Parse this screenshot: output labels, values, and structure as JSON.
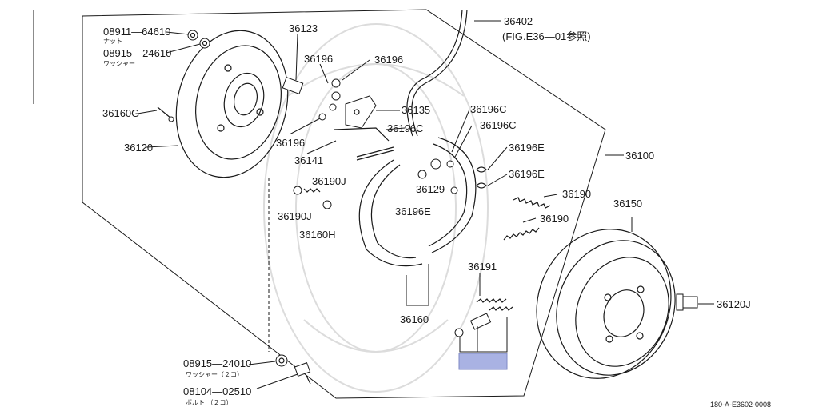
{
  "diagram": {
    "labels": {
      "p08911": "08911—64610",
      "p08911_sub": "ナット",
      "p08915a": "08915—24610",
      "p08915a_sub": "ワッシャー",
      "p36123": "36123",
      "p36196a": "36196",
      "p36196b": "36196",
      "p36196c": "36196",
      "p36160G": "36160G",
      "p36120": "36120",
      "p36141": "36141",
      "p36135": "36135",
      "p36196Ca": "36196C",
      "p36196Cb": "36196C",
      "p36196Cc": "36196C",
      "p36190J_a": "36190J",
      "p36190J_b": "36190J",
      "p36160H": "36160H",
      "p36129": "36129",
      "p36196E_a": "36196E",
      "p36196E_b": "36196E",
      "p36196E_c": "36196E",
      "p36190a": "36190",
      "p36190b": "36190",
      "p36100": "36100",
      "p36150": "36150",
      "p36120J": "36120J",
      "p36191": "36191",
      "p36160": "36160",
      "p36402": "36402",
      "p36402_ref": "(FIG.E36—01参照)",
      "p08915b": "08915—24010",
      "p08915b_sub": "ワッシャー（２コ）",
      "p08104": "08104—02510",
      "p08104_sub": "ボルト   （２コ）",
      "diagram_code": "180-A-E3602-0008"
    },
    "highlight_color": "#a9b2e3"
  }
}
